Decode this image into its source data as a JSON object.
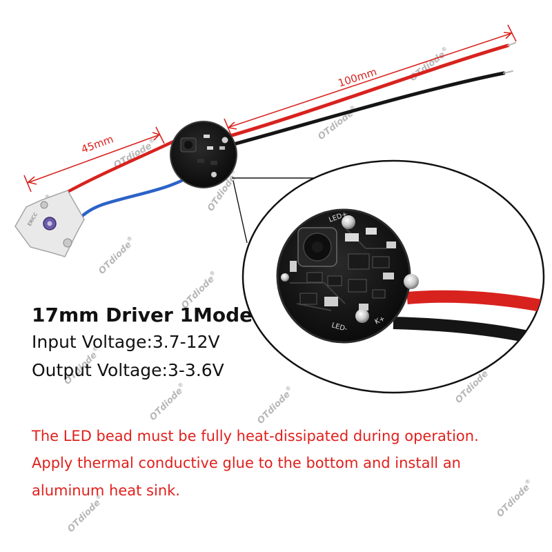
{
  "dimensions": {
    "long_wire": "100mm",
    "short_wire": "45mm"
  },
  "watermark": "OTdiode",
  "registered_mark": "®",
  "pcb_silkscreen": [
    "LED+",
    "LED-",
    "K+"
  ],
  "specs": {
    "title": "17mm Driver 1Mode",
    "input_voltage": "Input Voltage:3.7-12V",
    "output_voltage": "Output Voltage:3-3.6V"
  },
  "warning": {
    "line1": "The LED bead must be fully heat-dissipated during operation.",
    "line2": "Apply thermal conductive glue to the bottom and install an",
    "line3": "aluminum heat sink."
  },
  "colors": {
    "wire_red": "#d8221e",
    "wire_black": "#151515",
    "wire_blue": "#2b62c8",
    "pcb": "#121212",
    "warning_text": "#e0201c",
    "dimension_line": "#d8221e"
  }
}
